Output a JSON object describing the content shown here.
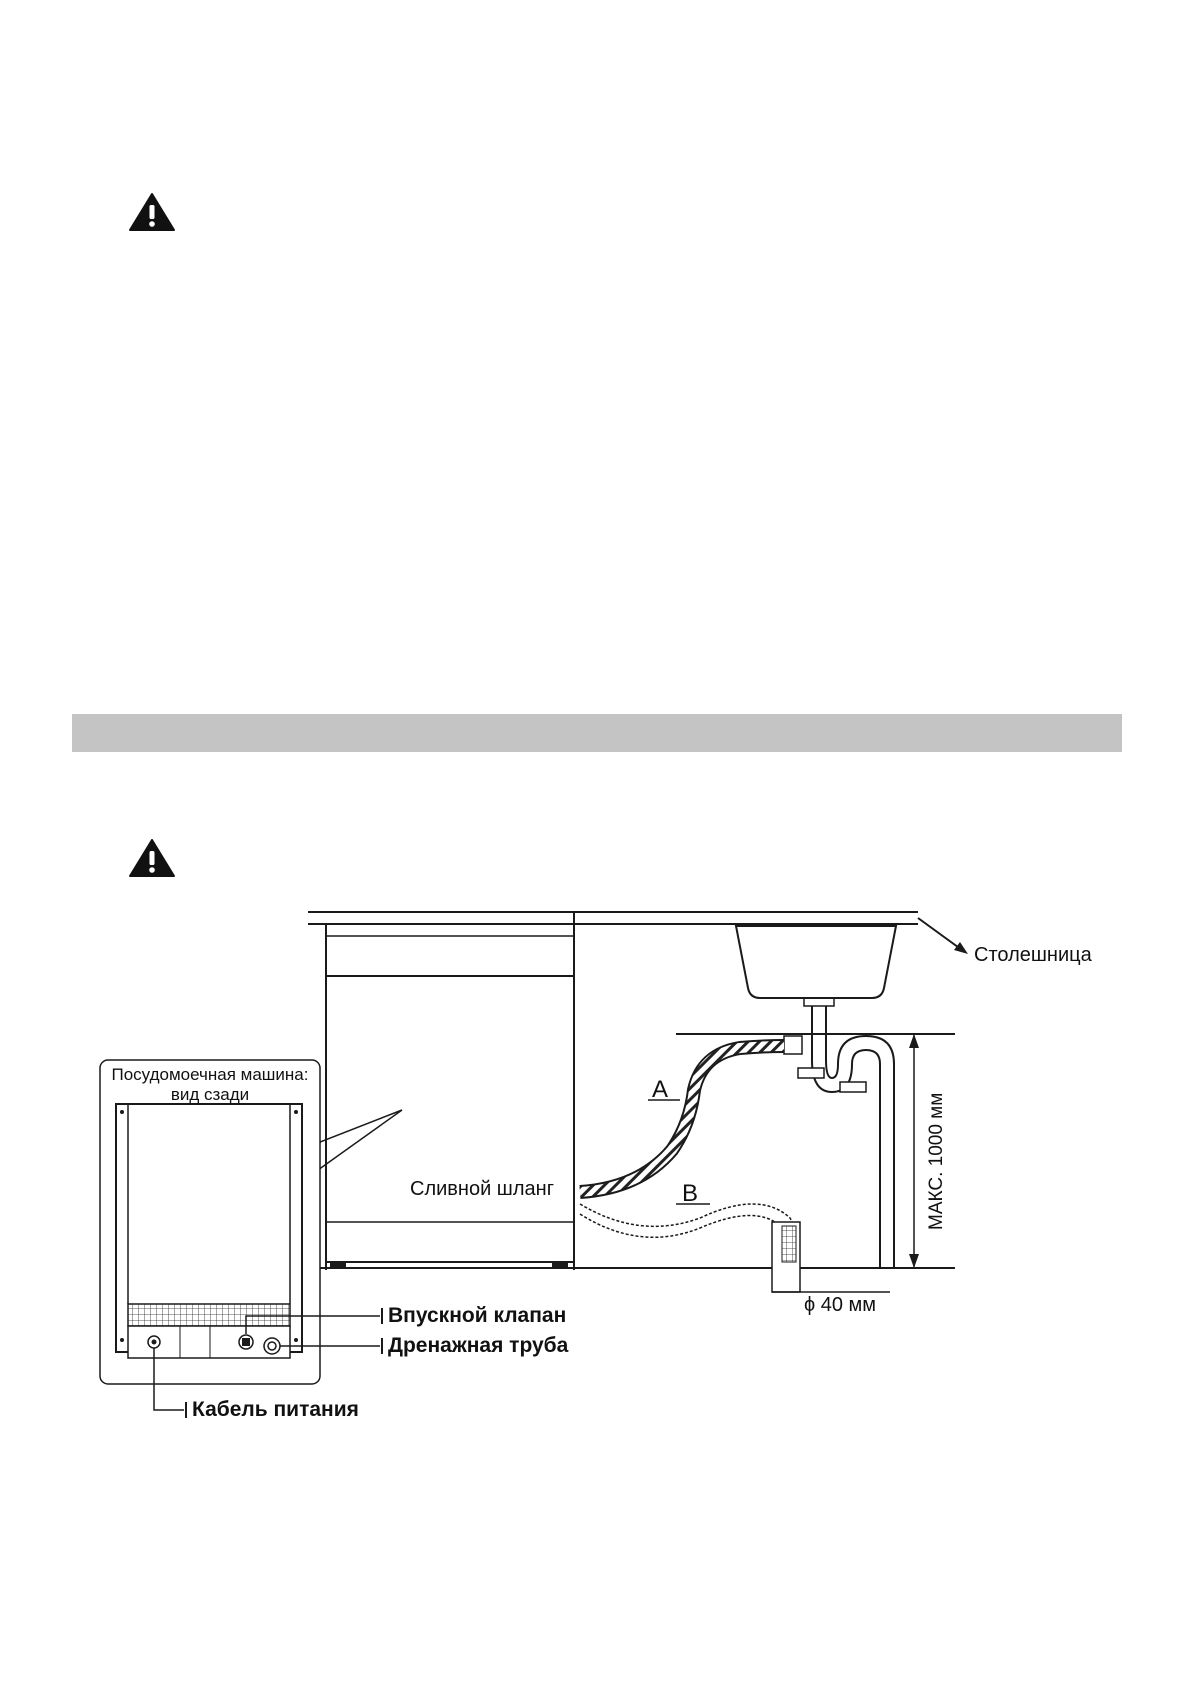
{
  "icons": {
    "warning_top": "warning-triangle-icon",
    "warning_bottom": "warning-triangle-icon"
  },
  "colors": {
    "section_bar": "#c4c4c4",
    "line": "#1a1a1a"
  },
  "diagram": {
    "countertop_label": "Столешница",
    "rear_view_title": "Посудомоечная машина:",
    "rear_view_subtitle": "вид сзади",
    "drain_hose_label": "Сливной шланг",
    "position_a": "A",
    "position_b": "B",
    "max_height_label": "МАКС. 1000 мм",
    "diameter_label": "ϕ 40 мм",
    "inlet_valve_label": "Впускной клапан",
    "drain_pipe_label": "Дренажная труба",
    "power_cable_label": "Кабель питания"
  }
}
